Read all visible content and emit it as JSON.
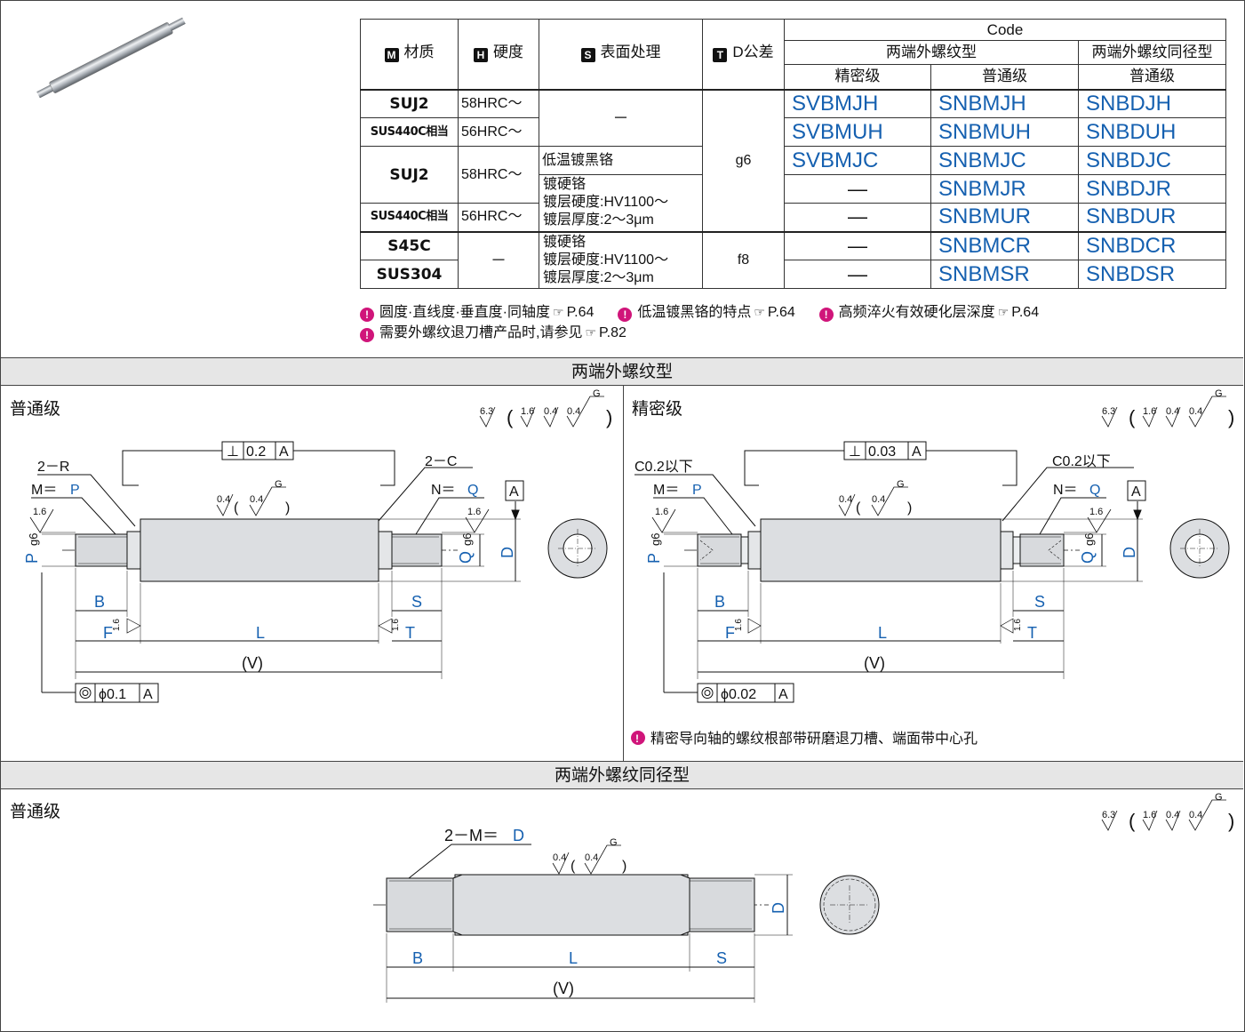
{
  "table": {
    "headers": {
      "material": "材质",
      "material_badge": "M",
      "hardness": "硬度",
      "hardness_badge": "H",
      "surface": "表面处理",
      "surface_badge": "S",
      "tolerance": "D公差",
      "tolerance_badge": "T",
      "code": "Code",
      "type_double_thread": "两端外螺纹型",
      "type_same_diameter": "两端外螺纹同径型",
      "grade_precision": "精密级",
      "grade_normal": "普通级",
      "grade_normal2": "普通级"
    },
    "rows": [
      {
        "material": "SUJ2",
        "hardness": "58HRC～",
        "surface": "－",
        "tolerance": "g6",
        "precision": "SVBMJH",
        "normal": "SNBMJH",
        "same": "SNBDJH"
      },
      {
        "material": "SUS440C相当",
        "hardness": "56HRC～",
        "precision": "SVBMUH",
        "normal": "SNBMUH",
        "same": "SNBDUH"
      },
      {
        "material": "SUJ2",
        "hardness": "58HRC～",
        "surface": "低温镀黑铬",
        "precision": "SVBMJC",
        "normal": "SNBMJC",
        "same": "SNBDJC"
      },
      {
        "surface_lines": [
          "镀硬铬",
          "镀层硬度:HV1100～",
          "镀层厚度:2～3μm"
        ],
        "precision": "—",
        "normal": "SNBMJR",
        "same": "SNBDJR"
      },
      {
        "material": "SUS440C相当",
        "hardness": "56HRC～",
        "precision": "—",
        "normal": "SNBMUR",
        "same": "SNBDUR"
      },
      {
        "material": "S45C",
        "hardness": "－",
        "surface_lines": [
          "镀硬铬",
          "镀层硬度:HV1100～",
          "镀层厚度:2～3μm"
        ],
        "tolerance": "f8",
        "precision": "—",
        "normal": "SNBMCR",
        "same": "SNBDCR"
      },
      {
        "material": "SUS304",
        "precision": "—",
        "normal": "SNBMSR",
        "same": "SNBDSR"
      }
    ]
  },
  "notes": {
    "n1": "圆度·直线度·垂直度·同轴度",
    "n1_ref": "P.64",
    "n2": "低温镀黑铬的特点",
    "n2_ref": "P.64",
    "n3": "高频淬火有效硬化层深度",
    "n3_ref": "P.64",
    "n4": "需要外螺纹退刀槽产品时,请参见",
    "n4_ref": "P.82",
    "hand_icon": "pointing-hand-icon"
  },
  "section1": {
    "title": "两端外螺纹型",
    "left_grade": "普通级",
    "right_grade": "精密级",
    "note": "精密导向轴的螺纹根部带研磨退刀槽、端面带中心孔"
  },
  "section2": {
    "title": "两端外螺纹同径型",
    "grade": "普通级"
  },
  "drawing": {
    "rough_main": "6.3",
    "rough_a": "1.6",
    "rough_b": "0.4",
    "rough_c": "0.4",
    "rough_g": "G",
    "rough_04": "0.4",
    "rough_16": "1.6",
    "perp_sym": "⊥",
    "perp_val_normal": "0.2",
    "perp_val_precision": "0.03",
    "datum": "A",
    "conc_val_normal": "ϕ0.1",
    "conc_val_precision": "ϕ0.02",
    "two_r": "2－R",
    "two_c": "2－C",
    "c02": "C0.2以下",
    "m_eq": "M＝",
    "p": "P",
    "n_eq": "N＝",
    "q": "Q",
    "g6": "g6",
    "d": "D",
    "b": "B",
    "l": "L",
    "s": "S",
    "f": "F",
    "t": "T",
    "v": "(V)",
    "two_m_eq": "2－M＝"
  },
  "colors": {
    "code_blue": "#1560b0",
    "dim_blue": "#1560b0",
    "note_pink": "#d0157a",
    "section_bg": "#e6e6e6"
  }
}
